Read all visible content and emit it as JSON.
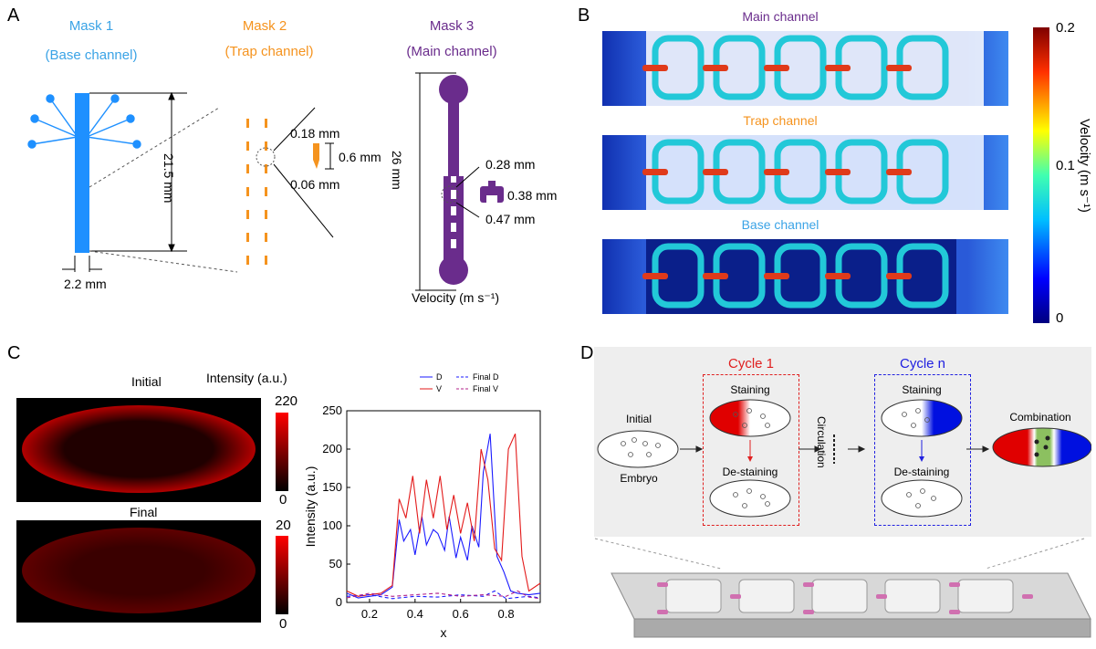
{
  "panel_letters": [
    "A",
    "B",
    "C",
    "D"
  ],
  "panel_a": {
    "mask1_title": "Mask 1",
    "mask1_sub": "(Base channel)",
    "mask2_title": "Mask 2",
    "mask2_sub": "(Trap channel)",
    "mask3_title": "Mask 3",
    "mask3_sub": "(Main channel)",
    "dim_height": "21.5 mm",
    "dim_width": "2.2 mm",
    "trap_d1": "0.18 mm",
    "trap_d2": "0.6 mm",
    "trap_d3": "0.06 mm",
    "main_length": "26 mm",
    "main_d1": "0.28 mm",
    "main_d2": "0.38 mm",
    "main_d3": "0.47 mm",
    "main_footer": "Velocity (m s⁻¹)"
  },
  "panel_b": {
    "label_main": "Main channel",
    "label_trap": "Trap channel",
    "label_base": "Base channel",
    "colorbar_title": "Velocity (m s⁻¹)",
    "colorbar_ticks": [
      "0.2",
      "0.1",
      "0"
    ]
  },
  "panel_c": {
    "initial_label": "Initial",
    "final_label": "Final",
    "intensity_title": "Intensity (a.u.)",
    "scale1_max": "220",
    "scale1_min": "0",
    "scale2_max": "20",
    "scale2_min": "0"
  },
  "panel_d": {
    "cycle1": "Cycle 1",
    "cyclen": "Cycle n",
    "staining": "Staining",
    "destaining": "De-staining",
    "initial": "Initial",
    "embryo": "Embryo",
    "circulation": "Circulation",
    "combination": "Combination"
  },
  "chart_data": {
    "type": "line",
    "xlabel": "x",
    "ylabel": "Intensity (a.u.)",
    "xlim": [
      0.1,
      0.95
    ],
    "ylim": [
      0,
      250
    ],
    "xticks": [
      "0.2",
      "0.4",
      "0.6",
      "0.8"
    ],
    "yticks": [
      "0",
      "50",
      "100",
      "150",
      "200",
      "250"
    ],
    "legend_position": "top",
    "series": [
      {
        "name": "D",
        "color": "#1a1aff",
        "dash": "solid",
        "x": [
          0.1,
          0.15,
          0.2,
          0.25,
          0.3,
          0.33,
          0.35,
          0.38,
          0.4,
          0.43,
          0.45,
          0.48,
          0.5,
          0.53,
          0.55,
          0.58,
          0.6,
          0.63,
          0.65,
          0.68,
          0.7,
          0.73,
          0.76,
          0.79,
          0.82,
          0.85,
          0.9,
          0.95
        ],
        "y": [
          12,
          6,
          8,
          10,
          20,
          108,
          80,
          95,
          62,
          112,
          75,
          95,
          90,
          68,
          112,
          58,
          85,
          55,
          100,
          72,
          170,
          220,
          60,
          40,
          15,
          12,
          10,
          12
        ]
      },
      {
        "name": "V",
        "color": "#e31a1a",
        "dash": "solid",
        "x": [
          0.1,
          0.15,
          0.2,
          0.25,
          0.3,
          0.33,
          0.36,
          0.39,
          0.42,
          0.45,
          0.48,
          0.51,
          0.54,
          0.57,
          0.6,
          0.63,
          0.66,
          0.69,
          0.72,
          0.75,
          0.78,
          0.81,
          0.84,
          0.87,
          0.9,
          0.95
        ],
        "y": [
          15,
          8,
          10,
          12,
          22,
          135,
          110,
          165,
          90,
          160,
          110,
          165,
          95,
          140,
          90,
          130,
          80,
          200,
          160,
          70,
          55,
          200,
          220,
          60,
          15,
          25
        ]
      },
      {
        "name": "Final D",
        "color": "#1a1aff",
        "dash": "dashed",
        "x": [
          0.1,
          0.2,
          0.3,
          0.4,
          0.5,
          0.6,
          0.7,
          0.75,
          0.8,
          0.9,
          0.95
        ],
        "y": [
          8,
          10,
          5,
          8,
          7,
          10,
          8,
          15,
          5,
          8,
          6
        ]
      },
      {
        "name": "Final V",
        "color": "#b0208a",
        "dash": "dashed",
        "x": [
          0.1,
          0.2,
          0.3,
          0.4,
          0.5,
          0.6,
          0.7,
          0.8,
          0.85,
          0.9,
          0.95
        ],
        "y": [
          6,
          12,
          8,
          10,
          12,
          8,
          10,
          8,
          15,
          7,
          5
        ]
      }
    ]
  }
}
